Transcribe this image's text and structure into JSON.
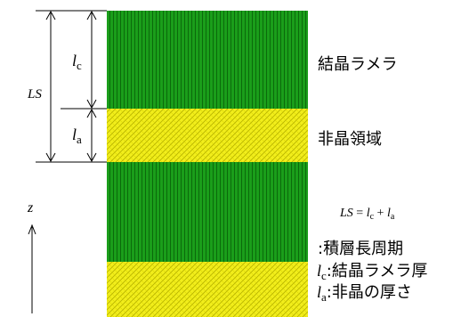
{
  "layers": {
    "crystal_label": "結晶ラメラ",
    "amorphous_label": "非晶領域",
    "crystal_color": "#1a9e1a",
    "crystal_line_color": "#0b6a0b",
    "amorphous_color": "#f2ee1c",
    "amorphous_hatch_color": "#b8b400"
  },
  "dimensions": {
    "ls": "LS",
    "lc_main": "l",
    "lc_sub": "c",
    "la_main": "l",
    "la_sub": "a"
  },
  "axis": {
    "z": "z"
  },
  "formula": {
    "lhs": "LS",
    "eq": " = ",
    "lc_main": "l",
    "lc_sub": "c",
    "plus": " + ",
    "la_main": "l",
    "la_sub": "a"
  },
  "legend": {
    "ls_text": ":積層長周期",
    "lc_main": "l",
    "lc_sub": "c",
    "lc_text": ":結晶ラメラ厚",
    "la_main": "l",
    "la_sub": "a",
    "la_text": ":非晶の厚さ"
  }
}
